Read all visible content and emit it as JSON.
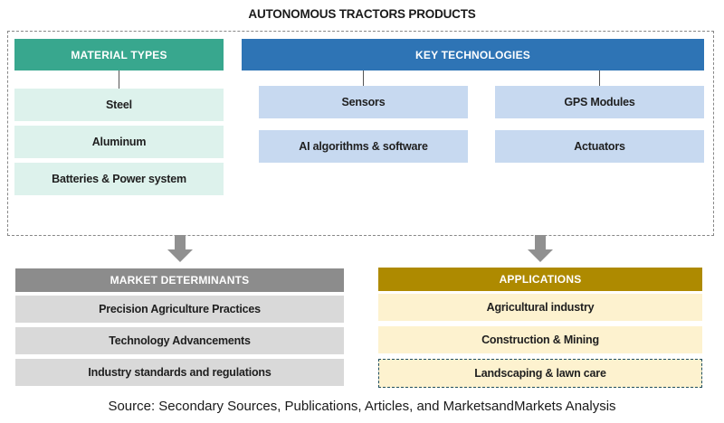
{
  "title": "AUTONOMOUS TRACTORS PRODUCTS",
  "top_section": {
    "material_types": {
      "header": "MATERIAL TYPES",
      "items": [
        "Steel",
        "Aluminum",
        "Batteries & Power system"
      ]
    },
    "key_technologies": {
      "header": "KEY TECHNOLOGIES",
      "items_left": [
        "Sensors",
        "AI algorithms & software"
      ],
      "items_right": [
        "GPS Modules",
        "Actuators"
      ]
    }
  },
  "bottom_section": {
    "market_determinants": {
      "header": "MARKET DETERMINANTS",
      "items": [
        "Precision Agriculture Practices",
        "Technology Advancements",
        "Industry standards and regulations"
      ]
    },
    "applications": {
      "header": "APPLICATIONS",
      "items": [
        "Agricultural industry",
        "Construction & Mining",
        "Landscaping & lawn care"
      ]
    }
  },
  "source_note": "Source: Secondary Sources, Publications, Articles, and MarketsandMarkets Analysis",
  "colors": {
    "material_header": "#38A78E",
    "material_item_bg": "#DDF2EC",
    "technology_header": "#2E74B5",
    "technology_item_bg": "#C7D9F0",
    "determinants_header": "#8C8C8C",
    "determinants_item_bg": "#D9D9D9",
    "applications_header": "#AE8A00",
    "applications_item_bg": "#FDF2CF",
    "highlight_border": "#1F4E5F",
    "arrow": "#909090"
  }
}
